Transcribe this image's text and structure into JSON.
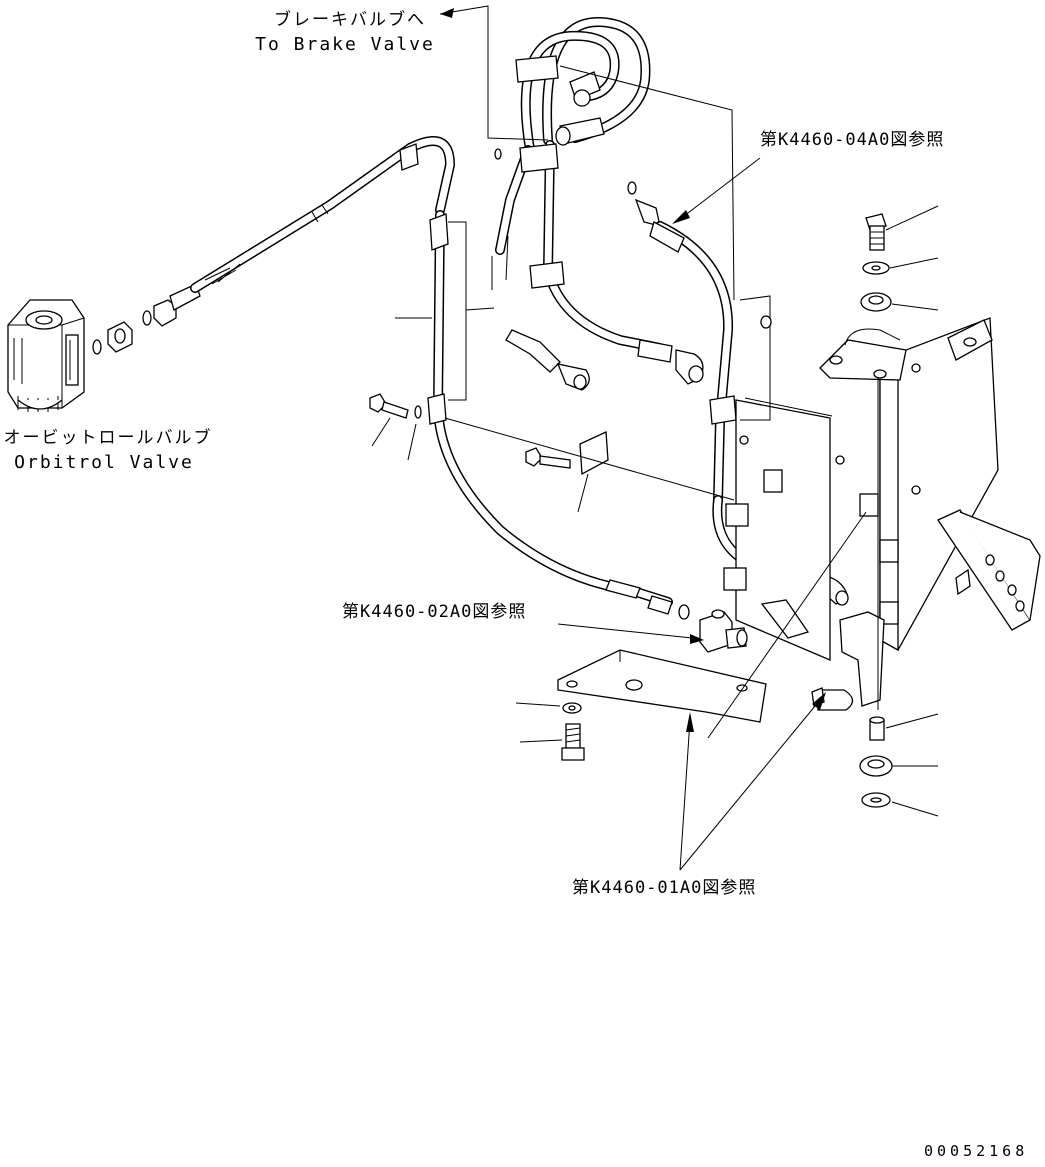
{
  "labels": {
    "brake_valve_jp": "ブレーキバルブへ",
    "brake_valve_en": "To Brake Valve",
    "orbitrol_jp": "オービットロールバルブ",
    "orbitrol_en": "Orbitrol Valve",
    "ref_04": "第K4460-04A0図参照",
    "ref_02": "第K4460-02A0図参照",
    "ref_01": "第K4460-01A0図参照",
    "drawing_number": "00052168"
  },
  "icons": [
    "orbitrol-valve-icon",
    "bracket-plate-icon",
    "hose-assembly-icon",
    "bolt-icon",
    "washer-icon",
    "clamp-icon",
    "tee-fitting-icon"
  ]
}
